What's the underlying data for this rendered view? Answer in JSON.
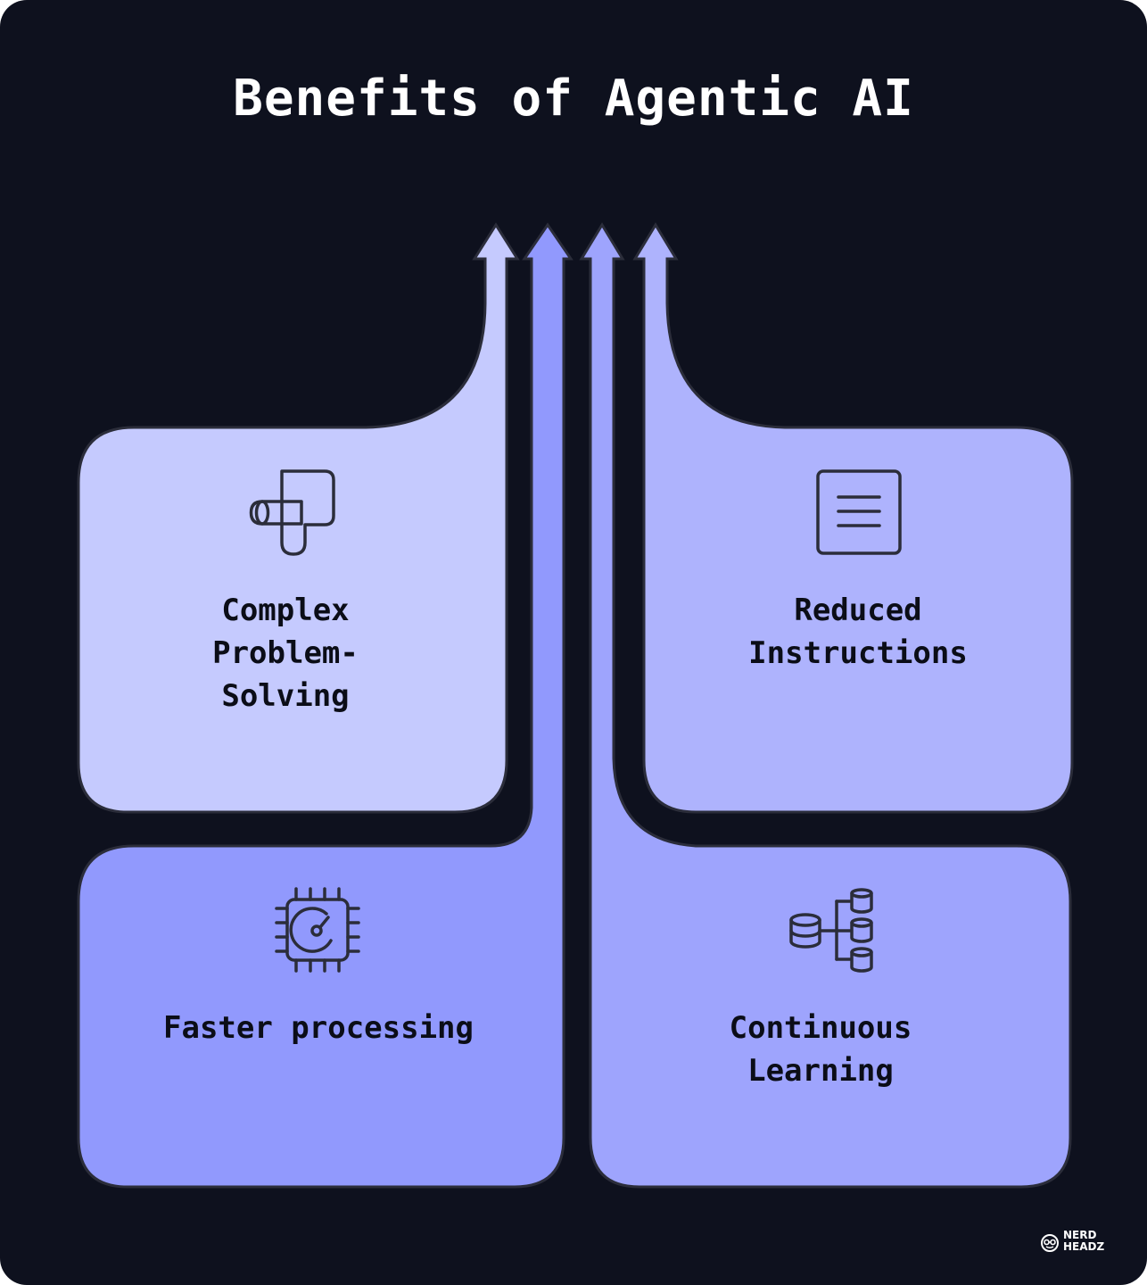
{
  "title": "Benefits of Agentic AI",
  "colors": {
    "background": "#0e111e",
    "box_top_left": "#c5cafe",
    "box_top_right": "#aeb3fd",
    "box_bottom_left": "#9199fd",
    "box_bottom_right": "#9ea4fd",
    "outline": "#2b2d3a"
  },
  "boxes": [
    {
      "id": "complex-problem-solving",
      "icon": "route-icon",
      "lines": [
        "Complex",
        "Problem-",
        "Solving"
      ]
    },
    {
      "id": "reduced-instructions",
      "icon": "document-icon",
      "lines": [
        "Reduced",
        "Instructions"
      ]
    },
    {
      "id": "faster-processing",
      "icon": "processor-gauge-icon",
      "lines": [
        "Faster processing"
      ]
    },
    {
      "id": "continuous-learning",
      "icon": "database-tree-icon",
      "lines": [
        "Continuous",
        "Learning"
      ]
    }
  ],
  "brand": {
    "line1": "NERD",
    "line2": "HEADZ",
    "icon": "nerd-face-icon"
  }
}
